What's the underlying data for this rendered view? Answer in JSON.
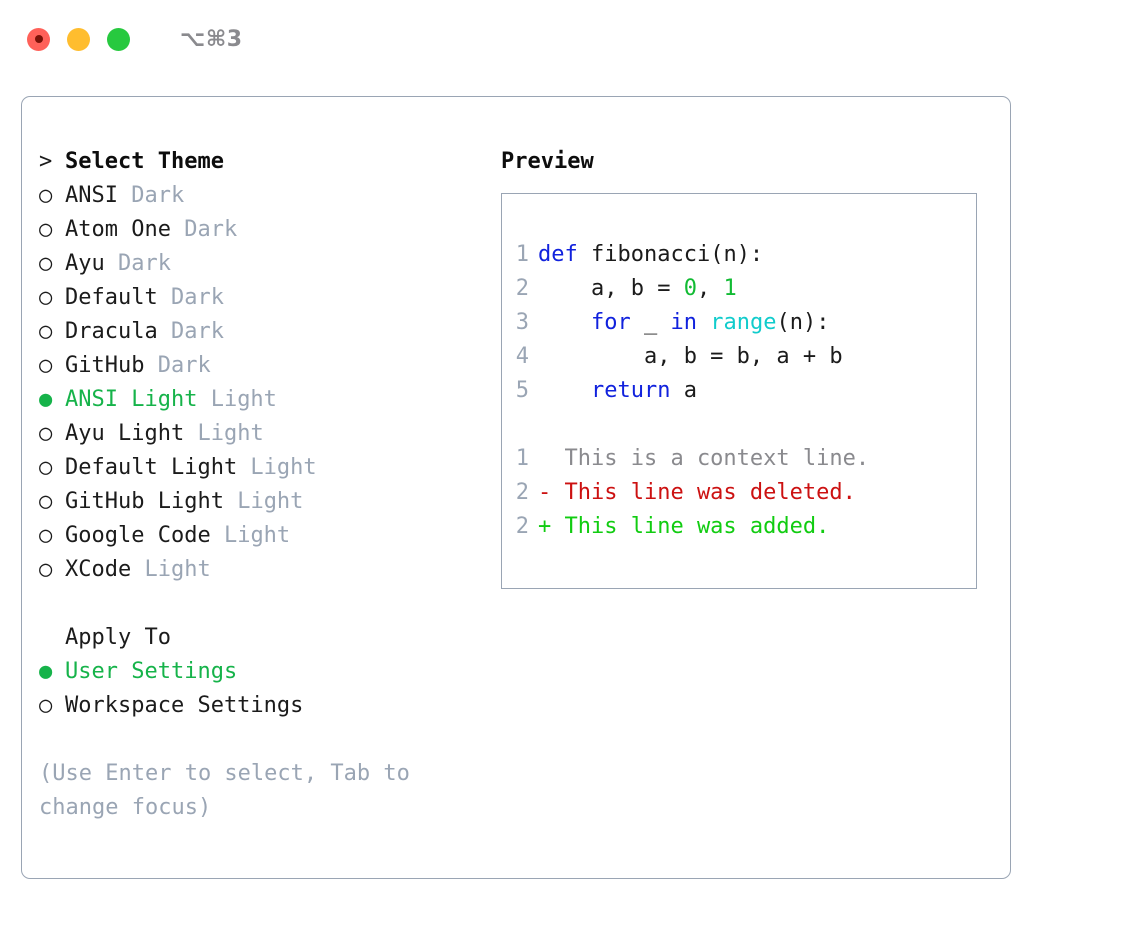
{
  "titlebar": {
    "shortcut": "⌥⌘3",
    "buttons": [
      {
        "name": "close",
        "color": "#FF6159"
      },
      {
        "name": "minimize",
        "color": "#FFBD2E"
      },
      {
        "name": "zoom",
        "color": "#27C93F"
      }
    ]
  },
  "colors": {
    "accent_green": "#16B34A",
    "muted": "#9AA5B4",
    "text": "#1b1b1b",
    "keyword": "#1122DD",
    "function": "#11CCCC",
    "number": "#11BB33",
    "diff_add": "#11CC11",
    "diff_del": "#CC1111",
    "diff_ctx": "#8A8A8E"
  },
  "theme_section": {
    "prompt": ">",
    "title": "Select Theme",
    "marker_unselected": "○",
    "marker_selected": "●",
    "items": [
      {
        "label": "ANSI",
        "suffix": "Dark",
        "selected": false
      },
      {
        "label": "Atom One",
        "suffix": "Dark",
        "selected": false
      },
      {
        "label": "Ayu",
        "suffix": "Dark",
        "selected": false
      },
      {
        "label": "Default",
        "suffix": "Dark",
        "selected": false
      },
      {
        "label": "Dracula",
        "suffix": "Dark",
        "selected": false
      },
      {
        "label": "GitHub",
        "suffix": "Dark",
        "selected": false
      },
      {
        "label": "ANSI Light",
        "suffix": "Light",
        "selected": true
      },
      {
        "label": "Ayu Light",
        "suffix": "Light",
        "selected": false
      },
      {
        "label": "Default Light",
        "suffix": "Light",
        "selected": false
      },
      {
        "label": "GitHub Light",
        "suffix": "Light",
        "selected": false
      },
      {
        "label": "Google Code",
        "suffix": "Light",
        "selected": false
      },
      {
        "label": "XCode",
        "suffix": "Light",
        "selected": false
      }
    ]
  },
  "apply_section": {
    "title": "Apply To",
    "items": [
      {
        "label": "User Settings",
        "selected": true
      },
      {
        "label": "Workspace Settings",
        "selected": false
      }
    ]
  },
  "hint": "(Use Enter to select, Tab to change focus)",
  "preview": {
    "title": "Preview",
    "code_lines": [
      {
        "num": "1",
        "tokens": [
          {
            "t": "def",
            "c": "kw"
          },
          {
            "t": " fibonacci(n):",
            "c": "plain"
          }
        ]
      },
      {
        "num": "2",
        "tokens": [
          {
            "t": "    a, b = ",
            "c": "plain"
          },
          {
            "t": "0",
            "c": "num"
          },
          {
            "t": ", ",
            "c": "plain"
          },
          {
            "t": "1",
            "c": "num"
          }
        ]
      },
      {
        "num": "3",
        "tokens": [
          {
            "t": "    ",
            "c": "plain"
          },
          {
            "t": "for",
            "c": "kw"
          },
          {
            "t": " _ ",
            "c": "plain"
          },
          {
            "t": "in",
            "c": "kw"
          },
          {
            "t": " ",
            "c": "plain"
          },
          {
            "t": "range",
            "c": "fn"
          },
          {
            "t": "(n):",
            "c": "plain"
          }
        ]
      },
      {
        "num": "4",
        "tokens": [
          {
            "t": "        a, b = b, a + b",
            "c": "plain"
          }
        ]
      },
      {
        "num": "5",
        "tokens": [
          {
            "t": "    ",
            "c": "plain"
          },
          {
            "t": "return",
            "c": "kw"
          },
          {
            "t": " a",
            "c": "plain"
          }
        ]
      }
    ],
    "diff_lines": [
      {
        "num": "1",
        "text": "  This is a context line.",
        "kind": "ctx"
      },
      {
        "num": "2",
        "text": "- This line was deleted.",
        "kind": "del"
      },
      {
        "num": "2",
        "text": "+ This line was added.",
        "kind": "add"
      }
    ]
  }
}
